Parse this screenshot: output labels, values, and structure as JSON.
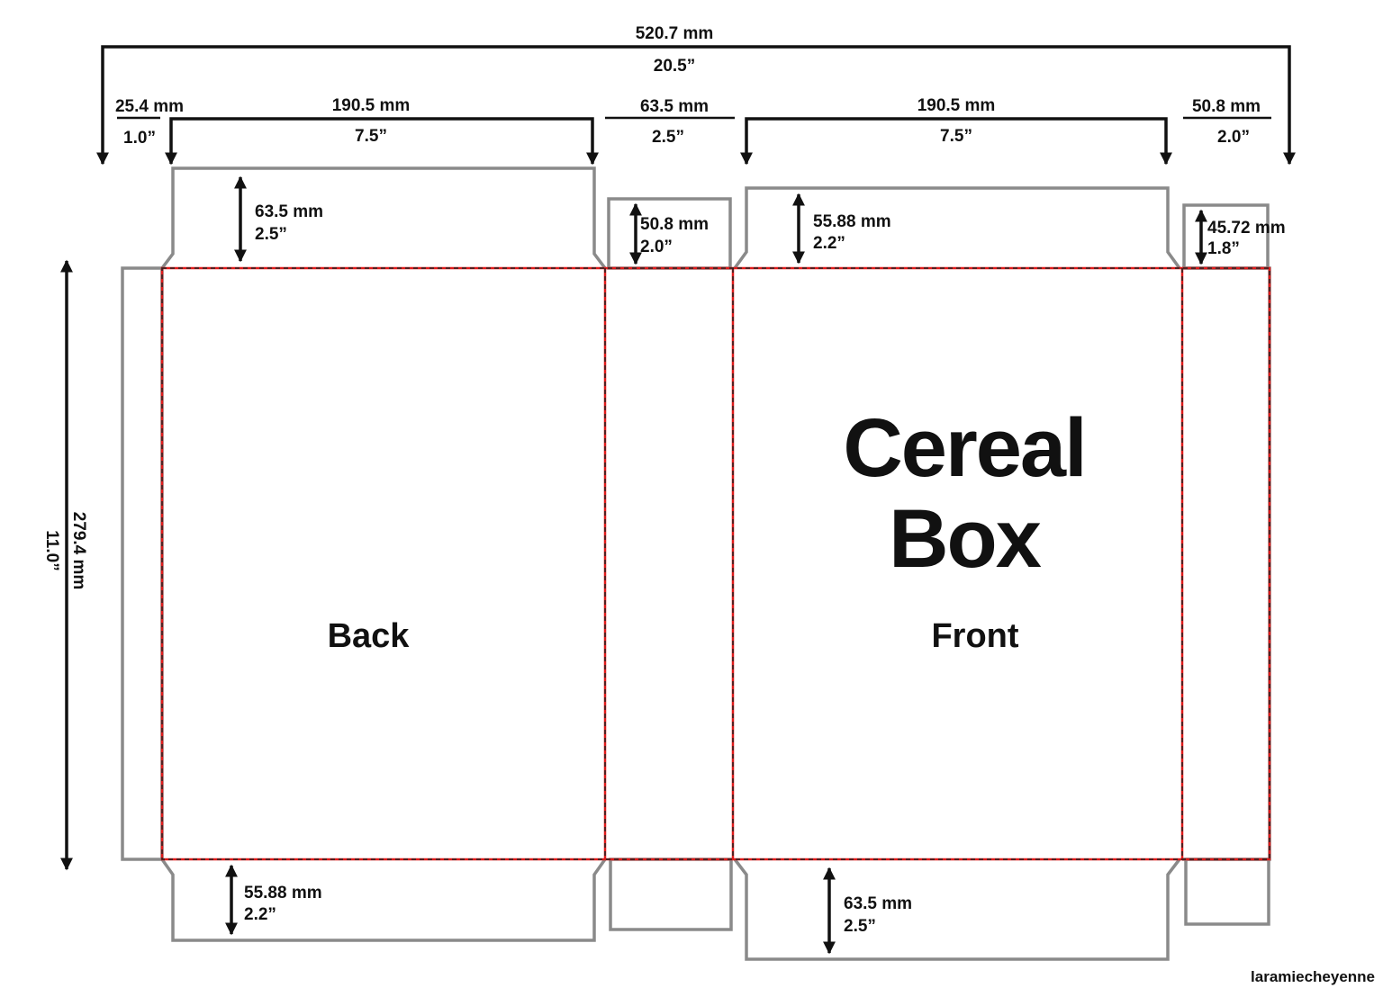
{
  "title": {
    "line1": "Cereal",
    "line2": "Box"
  },
  "panels": {
    "back": "Back",
    "front": "Front"
  },
  "dimensions": {
    "total_width_mm": "520.7 mm",
    "total_width_in": "20.5”",
    "glue_tab_mm": "25.4 mm",
    "glue_tab_in": "1.0”",
    "back_width_mm": "190.5 mm",
    "back_width_in": "7.5”",
    "side_width_mm": "63.5 mm",
    "side_width_in": "2.5”",
    "front_width_mm": "190.5 mm",
    "front_width_in": "7.5”",
    "right_side_width_mm": "50.8 mm",
    "right_side_width_in": "2.0”",
    "height_mm": "279.4 mm",
    "height_in": "11.0”",
    "back_top_flap_mm": "63.5 mm",
    "back_top_flap_in": "2.5”",
    "side_top_flap_mm": "50.8 mm",
    "side_top_flap_in": "2.0”",
    "front_top_flap_mm": "55.88 mm",
    "front_top_flap_in": "2.2”",
    "right_top_flap_mm": "45.72 mm",
    "right_top_flap_in": "1.8”",
    "back_bottom_flap_mm": "55.88 mm",
    "back_bottom_flap_in": "2.2”",
    "front_bottom_flap_mm": "63.5 mm",
    "front_bottom_flap_in": "2.5”"
  },
  "credit": "laramiecheyenne",
  "colors": {
    "cut_line": "#8a8a8a",
    "fold_line": "#e01919",
    "ink": "#111111"
  }
}
